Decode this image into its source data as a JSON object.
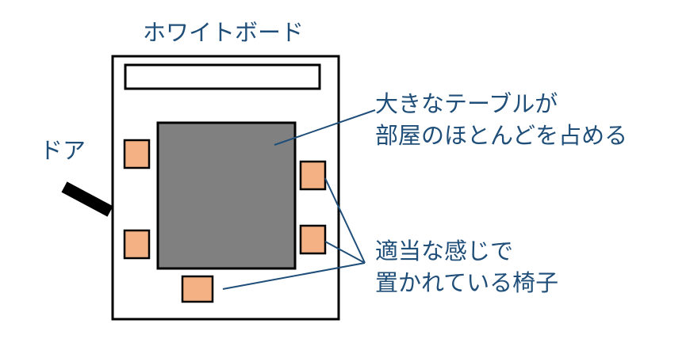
{
  "labels": {
    "whiteboard": "ホワイトボード",
    "door": "ドア",
    "table_line1": "大きなテーブルが",
    "table_line2": "部屋のほとんどを占める",
    "chairs_line1": "適当な感じで",
    "chairs_line2": "置かれている椅子"
  },
  "colors": {
    "text": "#1f4e79",
    "outline": "#000000",
    "table_fill": "#808080",
    "chair_fill": "#f4b183",
    "leader_line": "#1f4e79",
    "door": "#000000",
    "background": "#ffffff"
  }
}
